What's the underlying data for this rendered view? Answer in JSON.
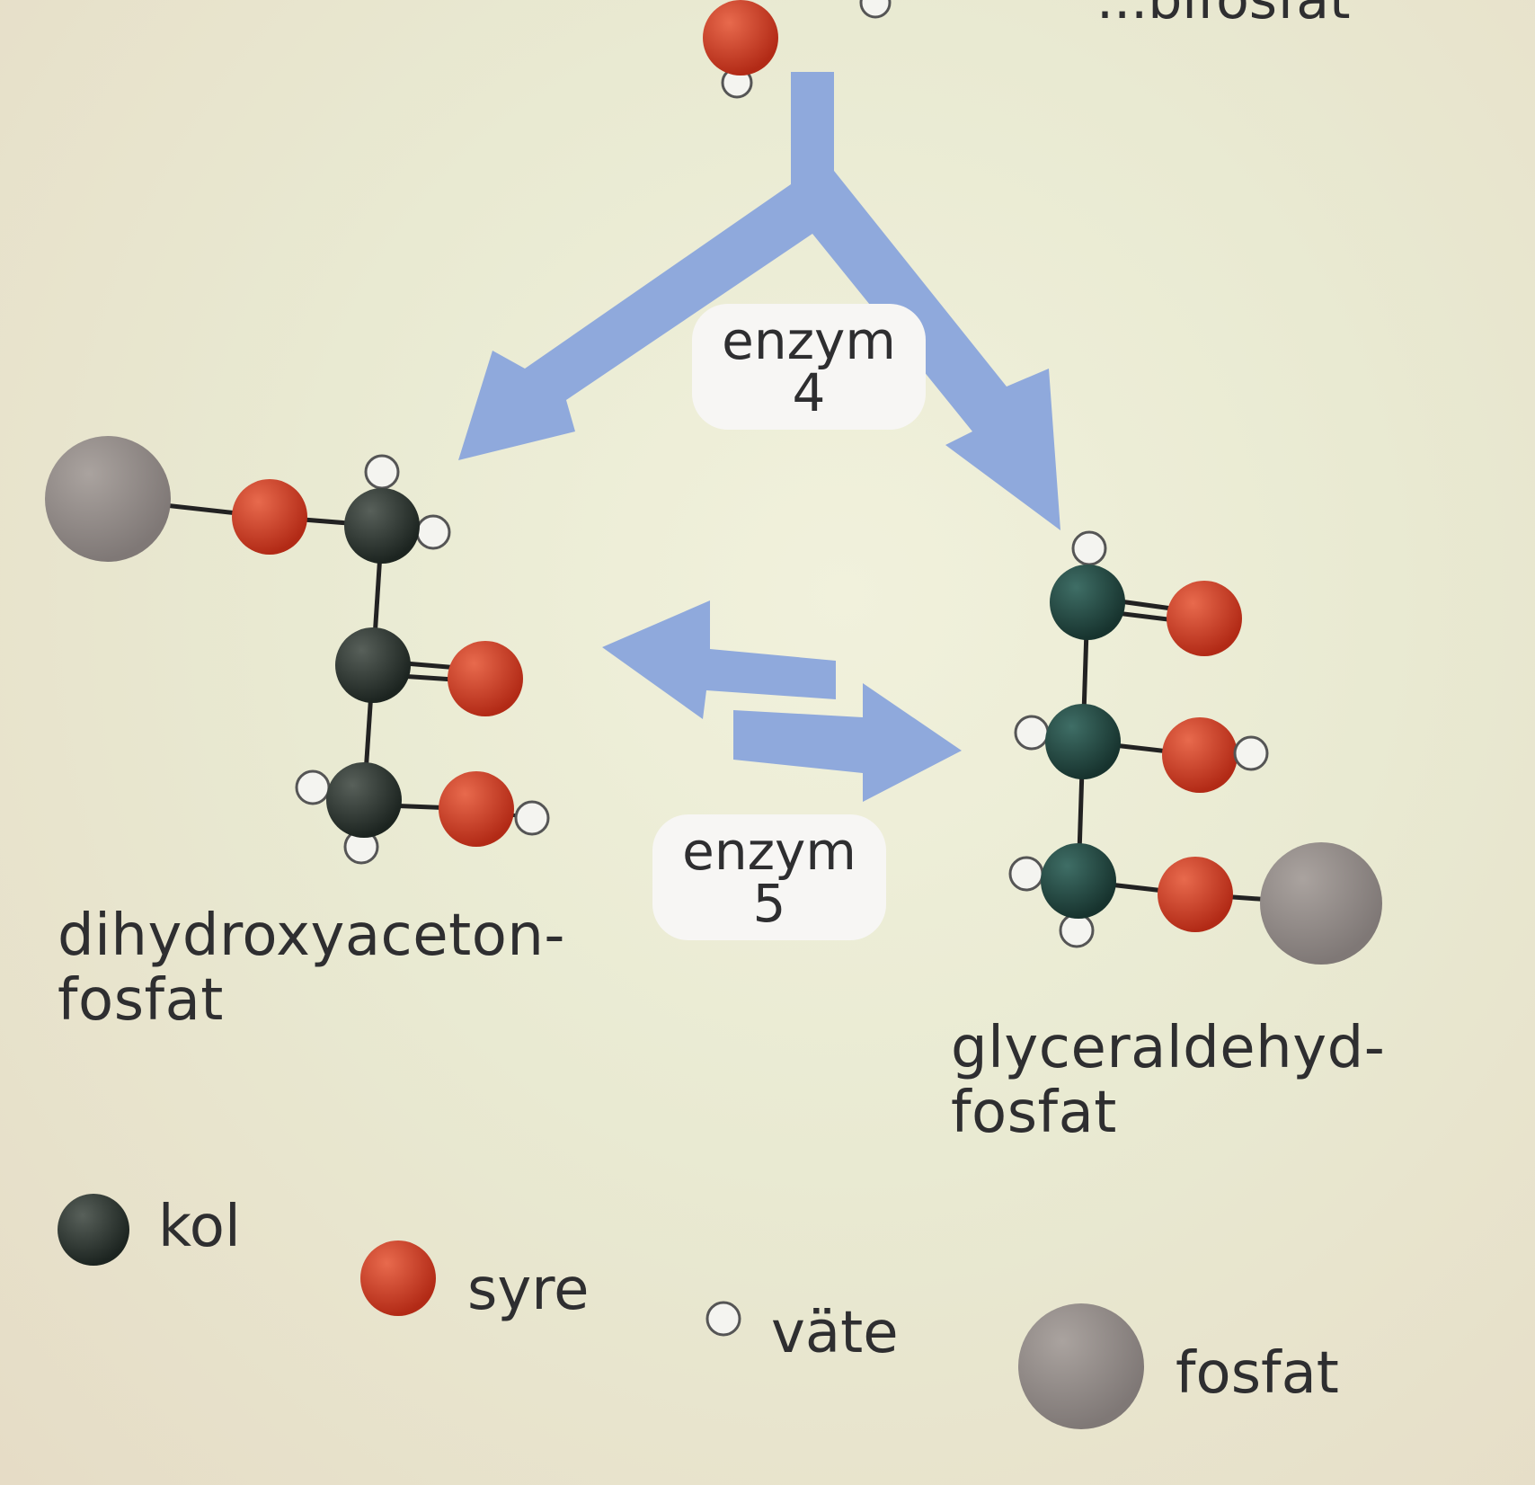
{
  "colors": {
    "carbon": "#24302a",
    "carbon_teal": "#1f4640",
    "oxygen": "#c8361f",
    "hydrogen": "#f4f4f0",
    "phosphate": "#8f8987",
    "arrow": "#8fa9dc",
    "badge_bg": "#f7f6f4",
    "text": "#2e2e30"
  },
  "top_label_partial": "...bifosfat",
  "enzymes": [
    {
      "line1": "enzym",
      "line2": "4"
    },
    {
      "line1": "enzym",
      "line2": "5"
    }
  ],
  "molecules": {
    "left": {
      "line1": "dihydroxyaceton-",
      "line2": "fosfat"
    },
    "right": {
      "line1": "glyceraldehyd-",
      "line2": "fosfat"
    }
  },
  "legend": [
    {
      "label": "kol",
      "icon": "carbon-atom-icon"
    },
    {
      "label": "syre",
      "icon": "oxygen-atom-icon"
    },
    {
      "label": "väte",
      "icon": "hydrogen-atom-icon"
    },
    {
      "label": "fosfat",
      "icon": "phosphate-group-icon"
    }
  ]
}
